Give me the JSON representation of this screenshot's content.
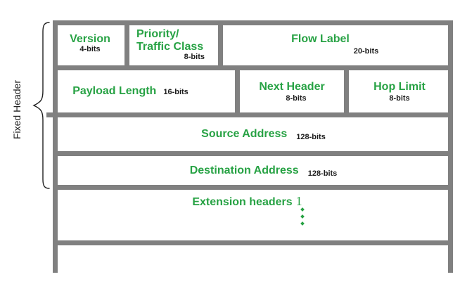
{
  "side": {
    "label": "Fixed Header"
  },
  "header_box": {
    "row1": {
      "version": {
        "label": "Version",
        "bits": "4-bits"
      },
      "traffic_class": {
        "line1": "Priority/",
        "line2": "Traffic Class",
        "bits": "8-bits"
      },
      "flow_label": {
        "label": "Flow Label",
        "bits": "20-bits"
      }
    },
    "row2": {
      "payload_length": {
        "label": "Payload Length",
        "bits": "16-bits"
      },
      "next_header": {
        "label": "Next Header",
        "bits": "8-bits"
      },
      "hop_limit": {
        "label": "Hop Limit",
        "bits": "8-bits"
      }
    },
    "source_address": {
      "label": "Source Address",
      "bits": "128-bits"
    },
    "destination_address": {
      "label": "Destination Address",
      "bits": "128-bits"
    },
    "extension": {
      "label": "Extension headers",
      "index": "1"
    }
  },
  "colors": {
    "green": "#27a244",
    "border_gray": "#808080",
    "text_black": "#1c1c1c"
  }
}
